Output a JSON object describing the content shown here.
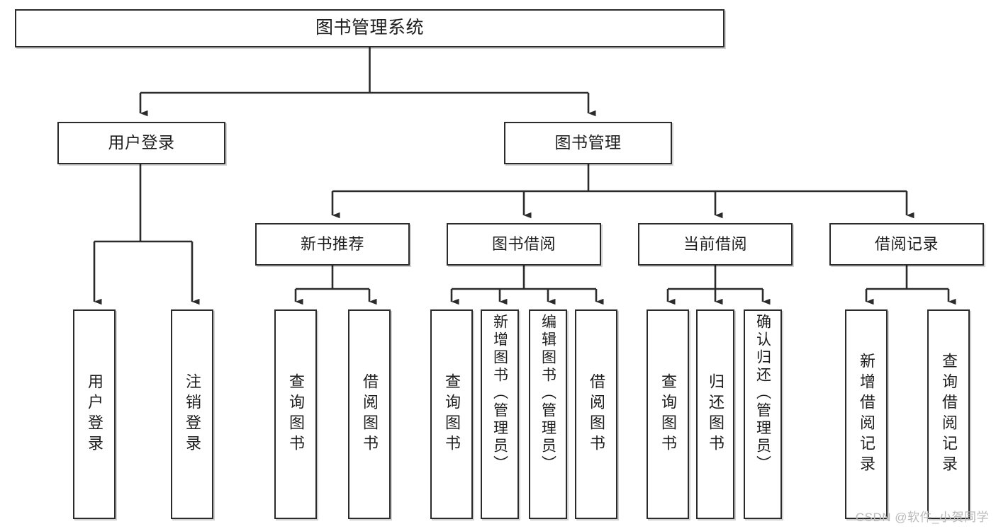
{
  "diagram": {
    "type": "tree",
    "title": "图书管理系统",
    "watermark": "CSDN @软件_小贺同学",
    "colors": {
      "box_border": "#2b2b2b",
      "box_fill": "#ffffff",
      "connector": "#2b2b2b",
      "text": "#1d1d1d",
      "watermark": "#b9b9b9"
    },
    "root": {
      "label": "图书管理系统"
    },
    "level2": [
      {
        "id": "user-login",
        "label": "用户登录"
      },
      {
        "id": "book-management",
        "label": "图书管理"
      }
    ],
    "level3": [
      {
        "id": "new-book-recommend",
        "label": "新书推荐"
      },
      {
        "id": "book-borrow",
        "label": "图书借阅"
      },
      {
        "id": "current-borrow",
        "label": "当前借阅"
      },
      {
        "id": "borrow-record",
        "label": "借阅记录"
      }
    ],
    "leaves": {
      "user-login": [
        {
          "id": "leaf-user-login",
          "label": "用户登录"
        },
        {
          "id": "leaf-user-logout",
          "label": "注销登录"
        }
      ],
      "new-book-recommend": [
        {
          "id": "leaf-query-book-1",
          "label": "查询图书"
        },
        {
          "id": "leaf-borrow-book-1",
          "label": "借阅图书"
        }
      ],
      "book-borrow": [
        {
          "id": "leaf-query-book-2",
          "label": "查询图书"
        },
        {
          "id": "leaf-add-book",
          "label": "新增图书（管理员）"
        },
        {
          "id": "leaf-edit-book",
          "label": "编辑图书（管理员）"
        },
        {
          "id": "leaf-borrow-book-2",
          "label": "借阅图书"
        }
      ],
      "current-borrow": [
        {
          "id": "leaf-query-book-3",
          "label": "查询图书"
        },
        {
          "id": "leaf-return-book",
          "label": "归还图书"
        },
        {
          "id": "leaf-confirm-return",
          "label": "确认归还（管理员）"
        }
      ],
      "borrow-record": [
        {
          "id": "leaf-add-record",
          "label": "新增借阅记录"
        },
        {
          "id": "leaf-query-record",
          "label": "查询借阅记录"
        }
      ]
    }
  }
}
